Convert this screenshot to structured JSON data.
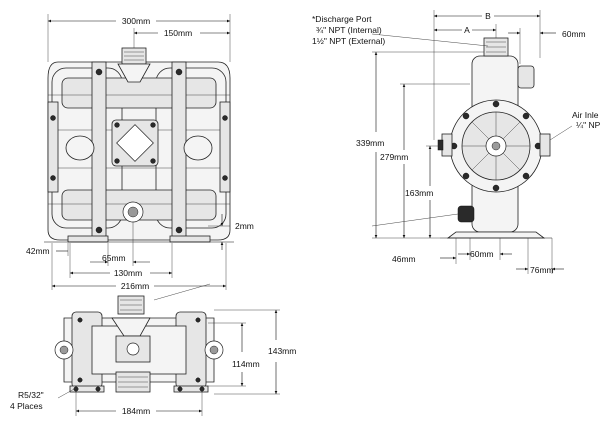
{
  "front_view": {
    "overall_width": "300mm",
    "half_width": "150mm",
    "height_offset": "2mm",
    "base_edge": "42mm",
    "foot_spacing": "65mm",
    "inner_base": "130mm",
    "outer_base": "216mm"
  },
  "side_view": {
    "dim_a": "A",
    "dim_b": "B",
    "discharge_offset": "60mm",
    "discharge_port_line1": "*Discharge Port",
    "discharge_port_line2": "¾\" NPT (Internal)",
    "discharge_port_line3": "1½\" NPT (External)",
    "air_inlet_line1": "Air Inle",
    "air_inlet_line2": "¼\" NPT",
    "height_total": "339mm",
    "height_upper": "279mm",
    "height_inlet": "163mm",
    "base_height": "46mm",
    "base_depth": "60mm",
    "base_overhang": "76mm"
  },
  "top_view": {
    "depth_total": "143mm",
    "depth_feet": "114mm",
    "hole_spec_line1": "R5/32\"",
    "hole_spec_line2": "4 Places",
    "foot_width": "184mm"
  }
}
